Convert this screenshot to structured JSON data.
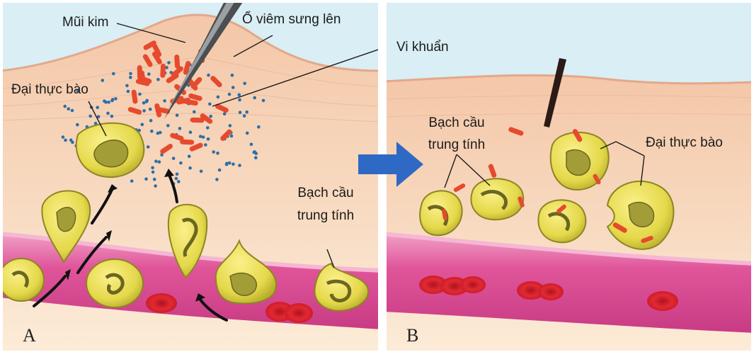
{
  "panel_a": {
    "letter": "A",
    "labels": {
      "needle_tip": "Mũi kim",
      "swelling": "Ổ viêm sưng lên",
      "bacteria": "Vi khuẩn",
      "macrophage": "Đại thực bào",
      "neutrophil_line1": "Bạch cầu",
      "neutrophil_line2": "trung tính"
    }
  },
  "panel_b": {
    "letter": "B",
    "labels": {
      "neutrophil_line1": "Bạch cầu",
      "neutrophil_line2": "trung tính",
      "macrophage": "Đại thực bào"
    }
  },
  "colors": {
    "sky": "#d7eef6",
    "skin_top": "#f2c3a5",
    "tissue": "#fbe7cf",
    "vessel": "#e7549a",
    "cell_body": "#e6dc4c",
    "nucleus": "#a7a23a",
    "red_cell": "#d9202b",
    "arrow_blue": "#2f69c6",
    "bacteria": "#e64a2e",
    "dots": "#2a6fa8"
  }
}
